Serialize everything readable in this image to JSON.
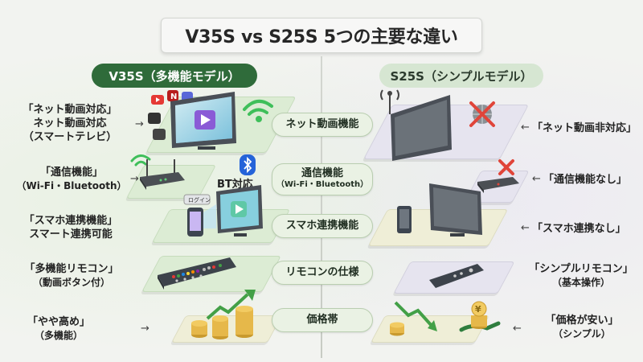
{
  "title": "V35S vs S25S 5つの主要な違い",
  "models": {
    "left": "V35S（多機能モデル）",
    "right": "S25S（シンプルモデル）"
  },
  "categories": [
    {
      "label": "ネット動画機能",
      "sub": ""
    },
    {
      "label": "通信機能",
      "sub": "（Wi-Fi・Bluetooth）"
    },
    {
      "label": "スマホ連携機能",
      "sub": ""
    },
    {
      "label": "リモコンの仕様",
      "sub": ""
    },
    {
      "label": "価格帯",
      "sub": ""
    }
  ],
  "left_callouts": [
    {
      "line1": "「ネット動画対応」",
      "line2": "ネット動画対応",
      "line3": "（スマートテレビ）"
    },
    {
      "line1": "「通信機能」",
      "line2": "（Wi-Fi・Bluetooth）"
    },
    {
      "line1": "「スマホ連携機能」",
      "line2": "スマート連携可能"
    },
    {
      "line1": "「多機能リモコン」",
      "line2": "（動画ボタン付）"
    },
    {
      "line1": "「やや高め」",
      "line2": "（多機能）"
    }
  ],
  "right_callouts": [
    {
      "line1": "「ネット動画非対応」"
    },
    {
      "line1": "「通信機能なし」"
    },
    {
      "line1": "「スマホ連携なし」"
    },
    {
      "line1": "「シンプルリモコン」",
      "line2": "（基本操作）"
    },
    {
      "line1": "「価格が安い」",
      "line2": "（シンプル）"
    }
  ],
  "illustration_text": {
    "bt_label": "BT対応",
    "login_label": "ログイン"
  },
  "arrows": {
    "right": "→",
    "left": "←"
  },
  "colors": {
    "accent_green": "#2f6b3a",
    "light_green": "#d6e6d2",
    "cross_red": "#e0453a"
  }
}
